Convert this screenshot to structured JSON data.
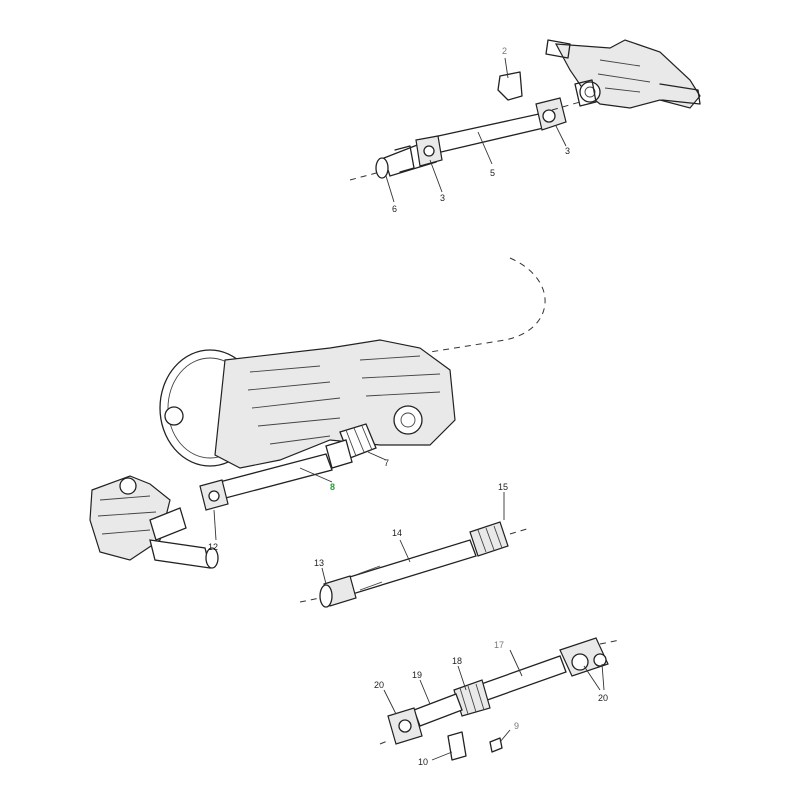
{
  "callouts": {
    "c2": "2",
    "c3a": "3",
    "c3b": "3",
    "c5": "5",
    "c6": "6",
    "c7": "7",
    "c8": "8",
    "c12": "12",
    "c13": "13",
    "c14": "14",
    "c15": "15",
    "c17": "17",
    "c18": "18",
    "c19": "19",
    "c20a": "20",
    "c20b": "20",
    "c9": "9",
    "c10": "10"
  },
  "colors": {
    "highlight": "#2a9d3c",
    "line": "#222222",
    "background": "#ffffff"
  }
}
